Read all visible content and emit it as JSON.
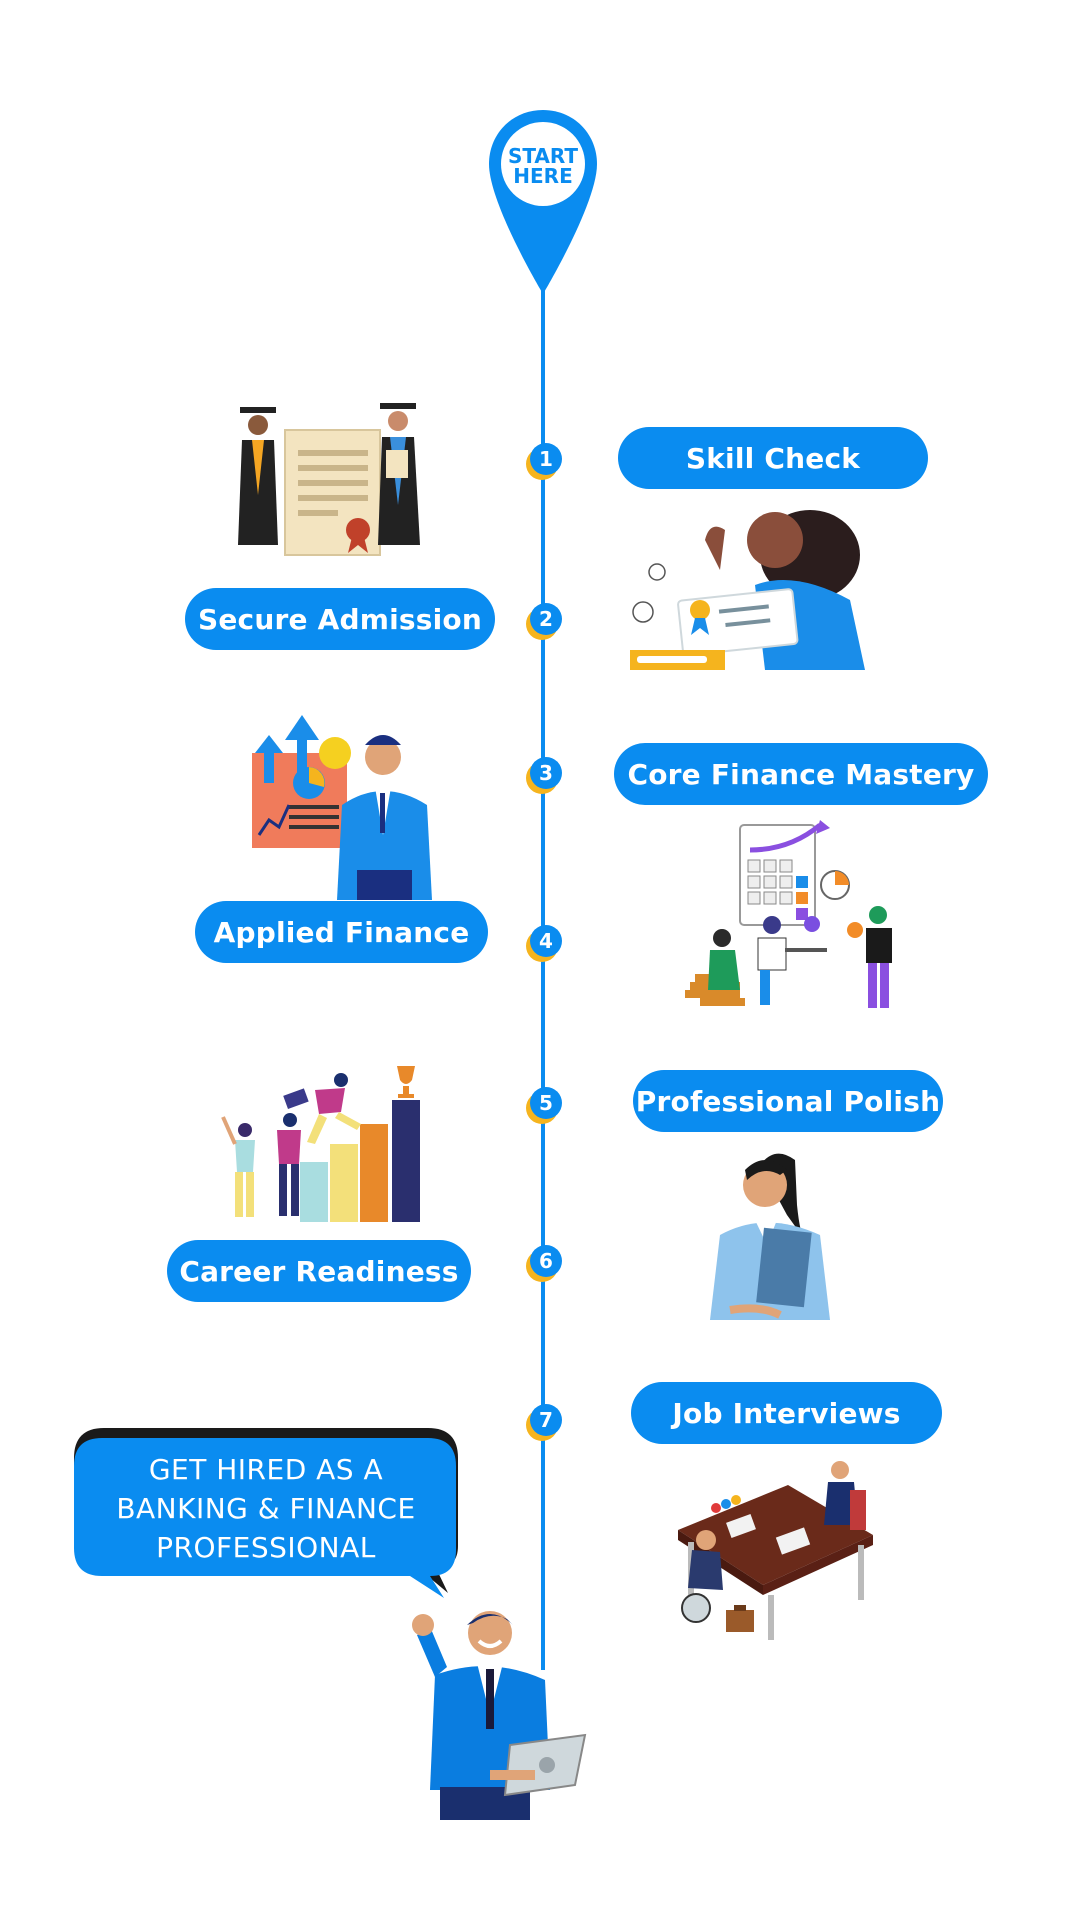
{
  "start_pin": {
    "line1": "START",
    "line2": "HERE"
  },
  "steps": [
    {
      "number": "1",
      "label": "Skill Check"
    },
    {
      "number": "2",
      "label": "Secure Admission"
    },
    {
      "number": "3",
      "label": "Core Finance Mastery"
    },
    {
      "number": "4",
      "label": "Applied Finance"
    },
    {
      "number": "5",
      "label": "Professional Polish"
    },
    {
      "number": "6",
      "label": "Career Readiness"
    },
    {
      "number": "7",
      "label": "Job Interviews"
    }
  ],
  "goal": {
    "line1": "GET HIRED AS A",
    "line2": "BANKING & FINANCE",
    "line3": "PROFESSIONAL"
  },
  "colors": {
    "primary": "#0a8cf0",
    "accent": "#f5b41e",
    "dark": "#1a1a1a"
  }
}
